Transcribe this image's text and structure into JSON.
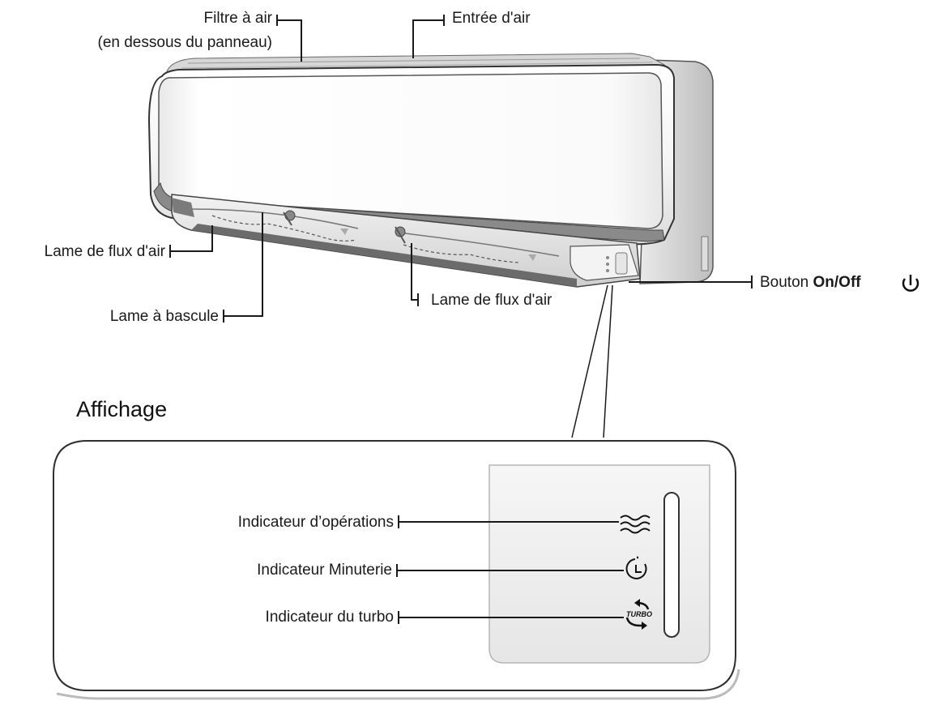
{
  "unit_labels": {
    "air_filter": "Filtre à air",
    "air_filter_note": "(en dessous du panneau)",
    "air_inlet": "Entrée d'air",
    "airflow_blade_left": "Lame de flux d'air",
    "swing_blade": "Lame à bascule",
    "airflow_blade_right": "Lame de flux d'air",
    "power_button_prefix": "Bouton",
    "power_button_name": "On/Off"
  },
  "display": {
    "title": "Affichage",
    "operation_indicator": "Indicateur d’opérations",
    "timer_indicator": "Indicateur Minuterie",
    "turbo_indicator": "Indicateur du turbo",
    "turbo_icon_text": "TURBO"
  },
  "icons": {
    "power": "power-icon",
    "operation": "wave-lines-icon",
    "timer": "clock-icon",
    "turbo": "turbo-icon"
  },
  "colors": {
    "line": "#1a1a1a",
    "panel_border": "#3a3a3a",
    "display_panel_fill": "#f0f0f0",
    "unit_fill": "#f7f7f7"
  }
}
